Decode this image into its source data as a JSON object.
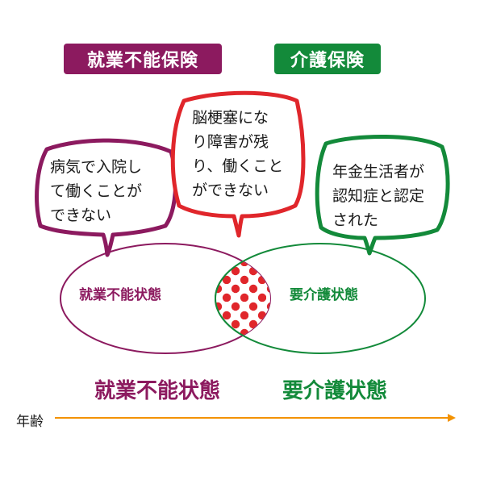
{
  "headers": {
    "left": "就業不能保険",
    "right": "介護保険"
  },
  "bubbles": {
    "left": [
      "病気で入院し",
      "て働くことが",
      "できない"
    ],
    "center": [
      "脳梗塞にな",
      "り障害が残",
      "り、働くこと",
      "ができない"
    ],
    "right": [
      "年金生活者が",
      "認知症と認定",
      "された"
    ]
  },
  "states": {
    "left_inner": "就業不能状態",
    "right_inner": "要介護状態",
    "left_bottom": "就業不能状態",
    "right_bottom": "要介護状態"
  },
  "axis": {
    "label": "年齢"
  },
  "colors": {
    "plum": "#8c1a5f",
    "green": "#138a3a",
    "red": "#e0262b",
    "orange": "#f39200"
  }
}
